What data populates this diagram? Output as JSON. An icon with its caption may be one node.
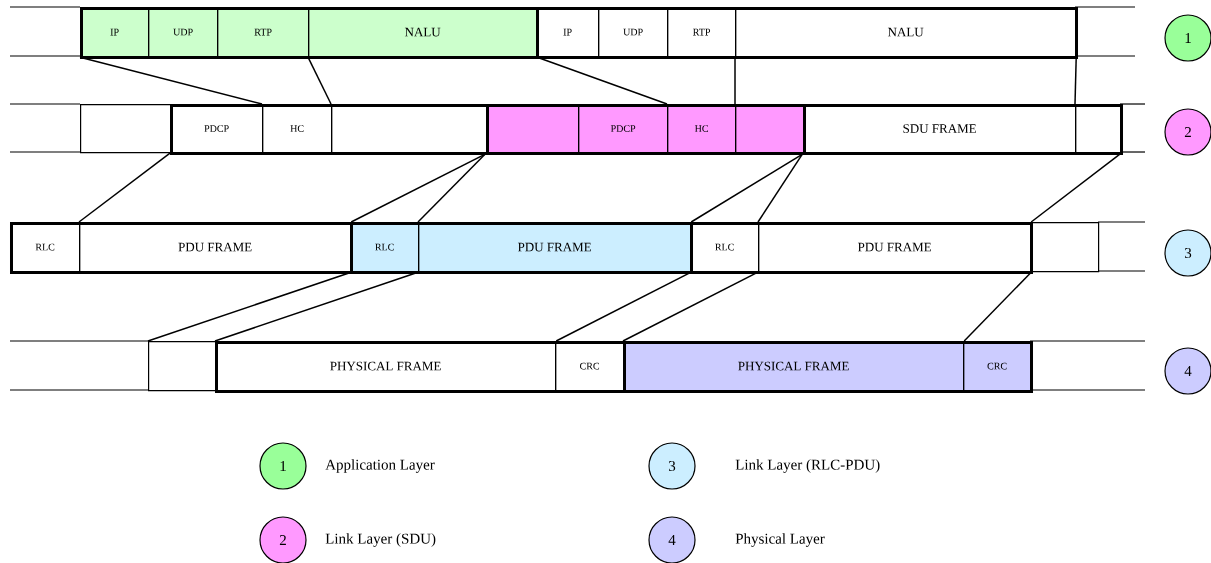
{
  "diagram": {
    "nodes": [
      {
        "text": [],
        "shape": "box"
      },
      {
        "text": [
          "IP"
        ],
        "in": 0
      },
      {
        "text": [
          "UDP"
        ],
        "in": 0
      },
      {
        "text": [
          "RTP"
        ],
        "in": 0
      },
      {
        "text": [
          "NALU"
        ],
        "in": 0
      },
      {
        "text": [],
        "shape": "box"
      },
      {
        "text": [
          "IP"
        ],
        "in": 5
      },
      {
        "text": [
          "UDP"
        ],
        "in": 5
      },
      {
        "text": [
          "RTP"
        ],
        "in": 5
      },
      {
        "text": [
          "NALU"
        ],
        "in": 5
      },
      {
        "text": [],
        "shape": "box"
      },
      {
        "text": [],
        "shape": "box"
      },
      {
        "text": [
          "PDCP"
        ],
        "in": 11
      },
      {
        "text": [
          "HC"
        ],
        "in": 11
      },
      {
        "text": [],
        "shape": "box",
        "in": 11
      },
      {
        "text": [],
        "shape": "box"
      },
      {
        "text": [],
        "shape": "box",
        "in": 15
      },
      {
        "text": [
          "PDCP"
        ],
        "in": 15
      },
      {
        "text": [
          "HC"
        ],
        "in": 15
      },
      {
        "text": [],
        "shape": "box",
        "in": 15
      },
      {
        "text": [],
        "shape": "box"
      },
      {
        "text": [
          "SDU FRAME"
        ],
        "in": 20
      },
      {
        "text": [],
        "shape": "box",
        "in": 20
      },
      {
        "text": [],
        "shape": "box"
      },
      {
        "text": [
          "RLC"
        ],
        "in": 23
      },
      {
        "text": [
          "PDU FRAME"
        ],
        "in": 23
      },
      {
        "text": [],
        "shape": "box"
      },
      {
        "text": [
          "RLC"
        ],
        "in": 26
      },
      {
        "text": [
          "PDU FRAME"
        ],
        "in": 26
      },
      {
        "text": [],
        "shape": "box"
      },
      {
        "text": [
          "RLC"
        ],
        "in": 29
      },
      {
        "text": [
          "PDU FRAME"
        ],
        "in": 29
      },
      {
        "text": [],
        "shape": "box"
      },
      {
        "text": [],
        "shape": "box"
      },
      {
        "text": [],
        "shape": "box"
      },
      {
        "text": [
          "PHYSICAL FRAME"
        ],
        "in": 34
      },
      {
        "text": [
          "CRC"
        ],
        "in": 34
      },
      {
        "text": [],
        "shape": "box"
      },
      {
        "text": [
          "PHYSICAL FRAME"
        ],
        "in": 37
      },
      {
        "text": [
          "CRC"
        ],
        "in": 37
      }
    ],
    "edges": [
      {
        "from": 1,
        "to": 13,
        "arrow": "none"
      },
      {
        "from": 4,
        "to": 14,
        "arrow": "none"
      },
      {
        "from": 4,
        "to": 18,
        "arrow": "none"
      },
      {
        "from": 9,
        "to": 19,
        "arrow": "none"
      },
      {
        "from": 9,
        "to": 22,
        "arrow": "none"
      },
      {
        "from": 12,
        "to": 25,
        "arrow": "none"
      },
      {
        "from": 14,
        "to": 25,
        "arrow": "none"
      },
      {
        "from": 16,
        "to": 28,
        "arrow": "none"
      },
      {
        "from": 19,
        "to": 28,
        "arrow": "none"
      },
      {
        "from": 21,
        "to": 31,
        "arrow": "none"
      },
      {
        "from": 22,
        "to": 31,
        "arrow": "none"
      },
      {
        "from": 25,
        "to": 33,
        "arrow": "none"
      },
      {
        "from": 28,
        "to": 35,
        "arrow": "none"
      },
      {
        "from": 28,
        "to": 35,
        "arrow": "none"
      },
      {
        "from": 31,
        "to": 38,
        "arrow": "none"
      },
      {
        "from": 31,
        "to": 38,
        "arrow": "none"
      }
    ],
    "labels": [
      "1",
      "2",
      "3",
      "4",
      "1",
      "2",
      "3",
      "4"
    ],
    "legend": [
      {
        "text": "Application Layer",
        "color": "#99ff99"
      },
      {
        "text": "Link Layer (SDU)",
        "color": "#ff99ff"
      },
      {
        "text": "Link Layer (RLC-PDU)",
        "color": "#cceeff"
      },
      {
        "text": "Physical Layer",
        "color": "#ccccff"
      }
    ]
  }
}
